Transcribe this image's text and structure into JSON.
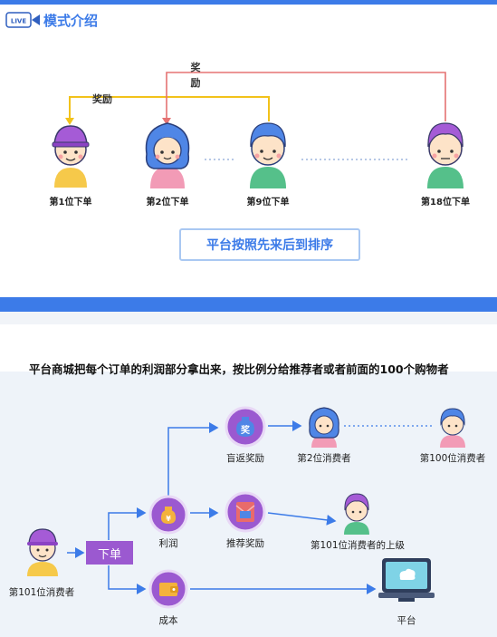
{
  "header": {
    "title": "模式介绍",
    "badge": "LIVE"
  },
  "top": {
    "reward_left": "奖励",
    "reward_top": "奖\n励",
    "persons": [
      "第1位下单",
      "第2位下单",
      "第9位下单",
      "第18位下单"
    ],
    "sort_text": "平台按照先来后到排序"
  },
  "bottom": {
    "headline": "平台商城把每个订单的利润部分拿出来，按比例分给推荐者或者前面的100个购物者",
    "consumer101": "第101位消费者",
    "order_box": "下单",
    "profit": "利润",
    "cost": "成本",
    "blind_reward": "盲返奖励",
    "blind_icon_text": "奖",
    "recommend_reward": "推荐奖励",
    "consumer2": "第2位消费者",
    "consumer100": "第100位消费者",
    "superior": "第101位消费者的上级",
    "platform": "平台"
  },
  "colors": {
    "accent": "#3c7be8",
    "reward_line_yellow": "#f2c21b",
    "reward_line_red": "#e57373",
    "purple": "#9b59d0",
    "flow_blue": "#3c7be8"
  }
}
